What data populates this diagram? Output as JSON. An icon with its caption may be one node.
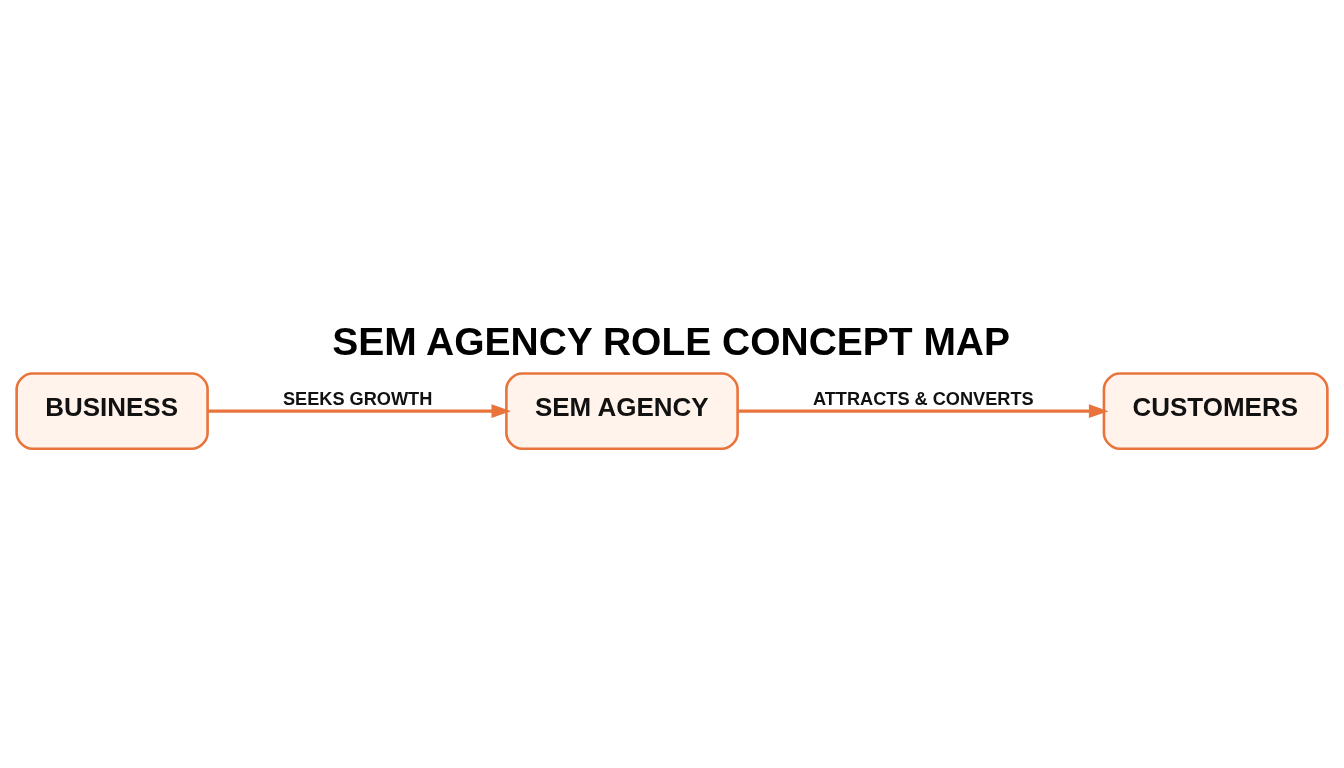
{
  "diagram": {
    "title": "SEM AGENCY ROLE CONCEPT MAP",
    "nodes": [
      {
        "text": [
          "BUSINESS"
        ]
      },
      {
        "text": [
          "SEM AGENCY"
        ]
      },
      {
        "text": [
          "CUSTOMERS"
        ]
      }
    ],
    "edges": [
      {
        "from": 0,
        "to": 1,
        "arrow": "to",
        "label": "SEEKS GROWTH"
      },
      {
        "from": 1,
        "to": 2,
        "arrow": "to",
        "label": "ATTRACTS & CONVERTS"
      }
    ]
  }
}
